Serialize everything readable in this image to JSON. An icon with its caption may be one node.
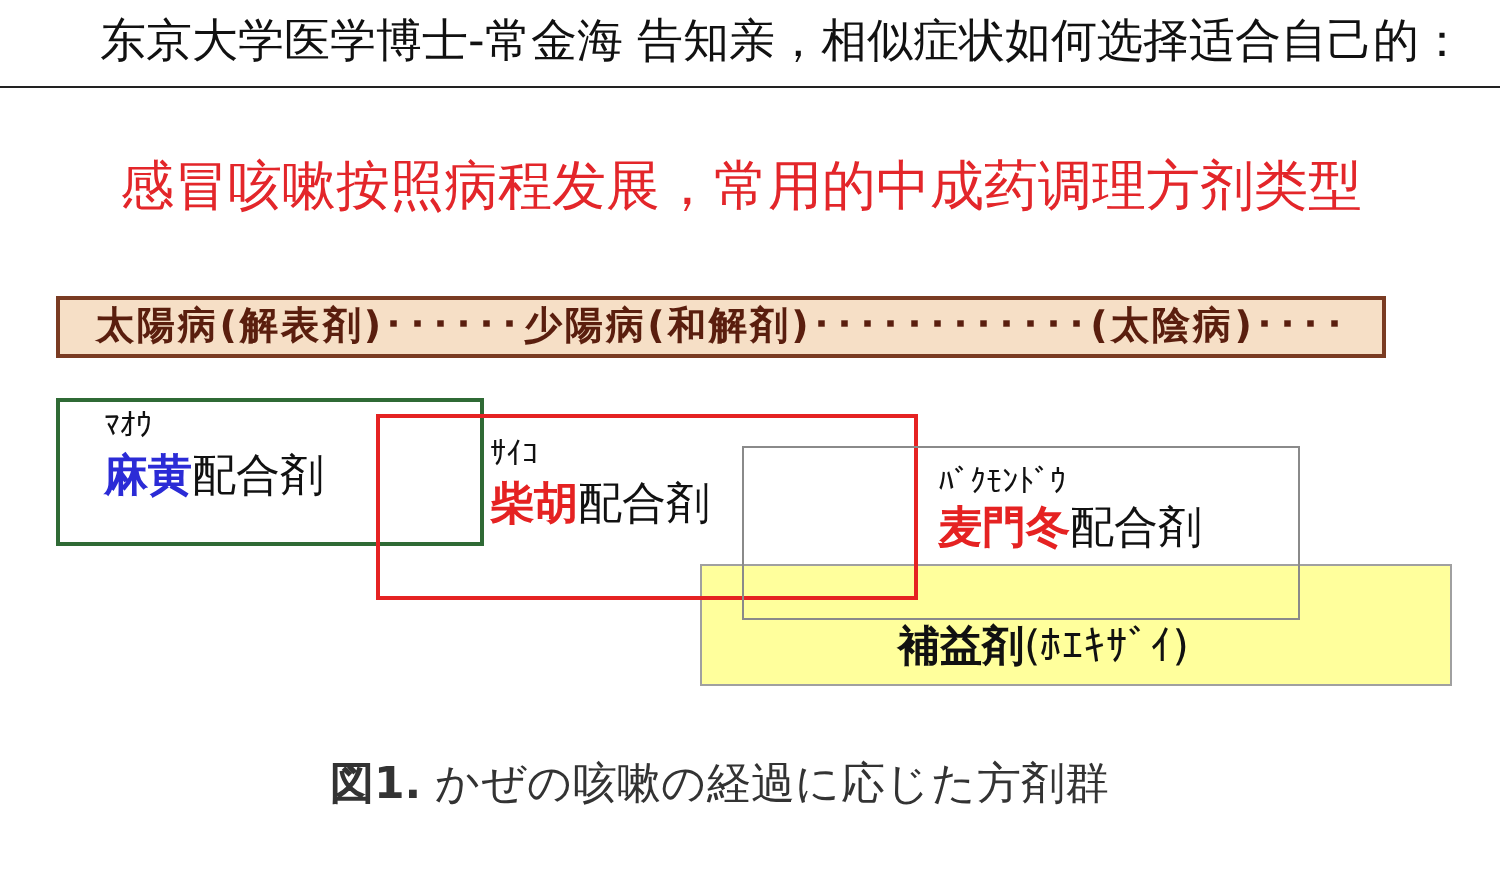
{
  "diagram": {
    "title": "东京大学医学博士-常金海 告知亲，相似症状如何选择适合自己的：",
    "caption": "**図1.** かぜの咳嗽の経過に応じた方剤群",
    "nodes": [
      {
        "text": [
          "太陽病(解表剤)･･････少陽病(和解剤)････････････(太陰病)････"
        ]
      },
      {
        "text": [
          "ﾏｵｳ",
          "**麻黄**配合剤"
        ]
      },
      {
        "text": [
          "ｻｲｺ",
          "**柴胡**配合剤"
        ]
      },
      {
        "text": [
          "ﾊﾞｸﾓﾝﾄﾞｳ",
          "**麦門冬**配合剤"
        ]
      },
      {
        "text": [
          "**補益剤**(ﾎｴｷｻﾞｲ)"
        ]
      }
    ],
    "labels": [
      "感冒咳嗽按照病程发展，常用的中成药调理方剂类型"
    ]
  }
}
